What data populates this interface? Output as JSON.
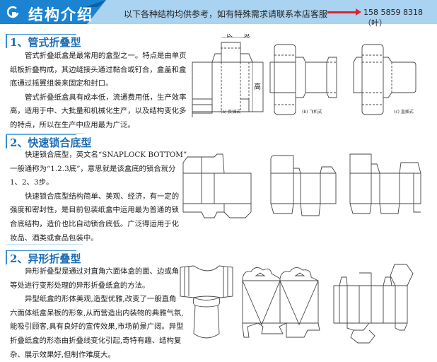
{
  "header": {
    "title": "结构介绍",
    "note": "以下各种结构均供参考，如有特殊需求请联系本店客服",
    "phone": "158 5859 8318（叶）",
    "accent": "#1b83d0",
    "band": "#a9d3f0",
    "arrow_color": "#d9232a"
  },
  "sections": [
    {
      "title": "1、管式折叠型",
      "lines": [
        "管式折叠纸盒是最常用的盒型之一。特点是由单页",
        "纸板折叠构成，其边缝接头通过黏合或钉合，盒盖和盒",
        "底通过摇翼组装来固定和封口。",
        "管式折叠纸盒具有成本低，流通费用低，生产效率",
        "高，适用于中、大批量和机械化生产，以及结构变化多",
        "的特点，所以在生产中应用最为广泛。"
      ],
      "diagram_labels": {
        "length": "长",
        "width": "宽",
        "height": "高"
      },
      "captions": [
        "(a) 反插式",
        "(b) 飞机式",
        "(c) 直插式"
      ]
    },
    {
      "title": "2、快速锁合底型",
      "lines": [
        "快速锁合底型，英文名“SNAPLOCK BOTTOM”",
        "一般通称为“1.2.3底”，意思就是该盒底的锁合就分",
        "1、2、3步。",
        "快速锁合底型结构简单、美观、经济，有一定的",
        "强度和密封性，是目前包装纸盒中运用最为普通的锁",
        "合底结构，造价也比自动锁合底低。广泛得运用于化",
        "妆品、酒类或食品包装中。"
      ]
    },
    {
      "title": "2、异形折叠型",
      "lines": [
        "异形折叠型是通过对直角六面体盒的面、边或角",
        "等处进行变形处理的异形折叠纸盒的方法。",
        "异型纸盒的形体美观,造型优雅,改变了一般直角",
        "六面体纸盒呆板的形象,从而营造出内装物的典雅气氛,",
        "能吸引顾客,具有良好的宣传效果,市场前景广阔。异型",
        "折叠纸盒的形态由折叠线变化引起,奇特有趣、结构复",
        "杂、展示效果好,但制作难度大。"
      ]
    }
  ]
}
